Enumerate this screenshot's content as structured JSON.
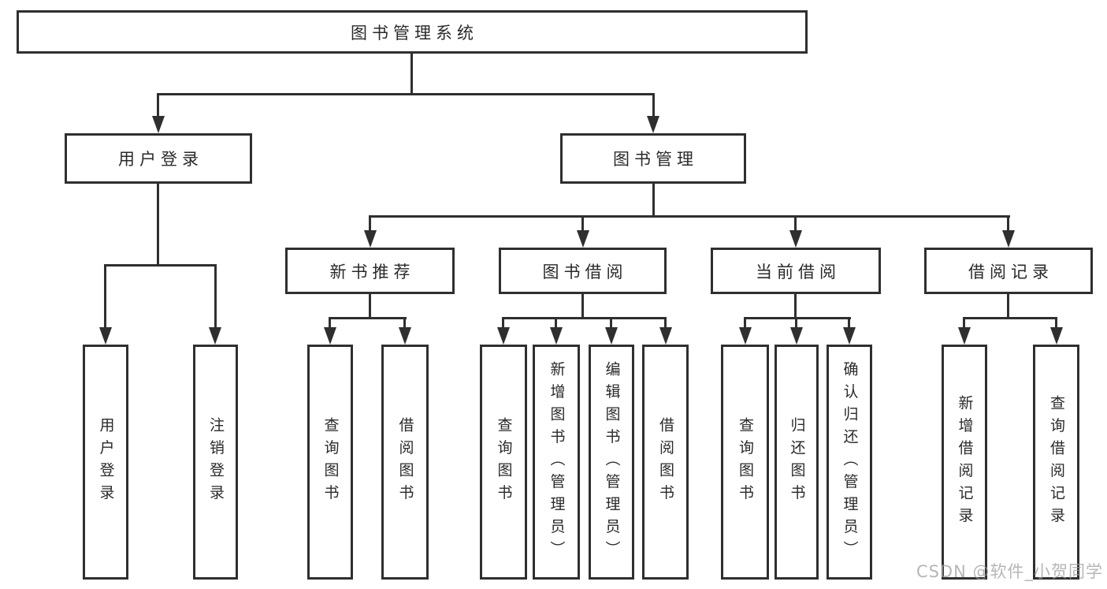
{
  "diagram": {
    "type": "hierarchy-tree",
    "title": "图书管理系统",
    "watermark": "CSDN @软件_小贺同学",
    "colors": {
      "line": "#2f2f2f",
      "box_border": "#2f2f2f",
      "box_fill": "#ffffff",
      "text": "#2a2a2a",
      "background": "#ffffff",
      "watermark": "#9e9e9e"
    },
    "tree": {
      "root": {
        "label": "图书管理系统"
      },
      "branches": [
        {
          "label": "用户登录",
          "children": [
            {
              "label": "用户登录"
            },
            {
              "label": "注销登录"
            }
          ]
        },
        {
          "label": "图书管理",
          "children": [
            {
              "label": "新书推荐",
              "children": [
                {
                  "label": "查询图书"
                },
                {
                  "label": "借阅图书"
                }
              ]
            },
            {
              "label": "图书借阅",
              "children": [
                {
                  "label": "查询图书"
                },
                {
                  "label": "新增图书（管理员）"
                },
                {
                  "label": "编辑图书（管理员）"
                },
                {
                  "label": "借阅图书"
                }
              ]
            },
            {
              "label": "当前借阅",
              "children": [
                {
                  "label": "查询图书"
                },
                {
                  "label": "归还图书"
                },
                {
                  "label": "确认归还（管理员）"
                }
              ]
            },
            {
              "label": "借阅记录",
              "children": [
                {
                  "label": "新增借阅记录"
                },
                {
                  "label": "查询借阅记录"
                }
              ]
            }
          ]
        }
      ]
    }
  }
}
